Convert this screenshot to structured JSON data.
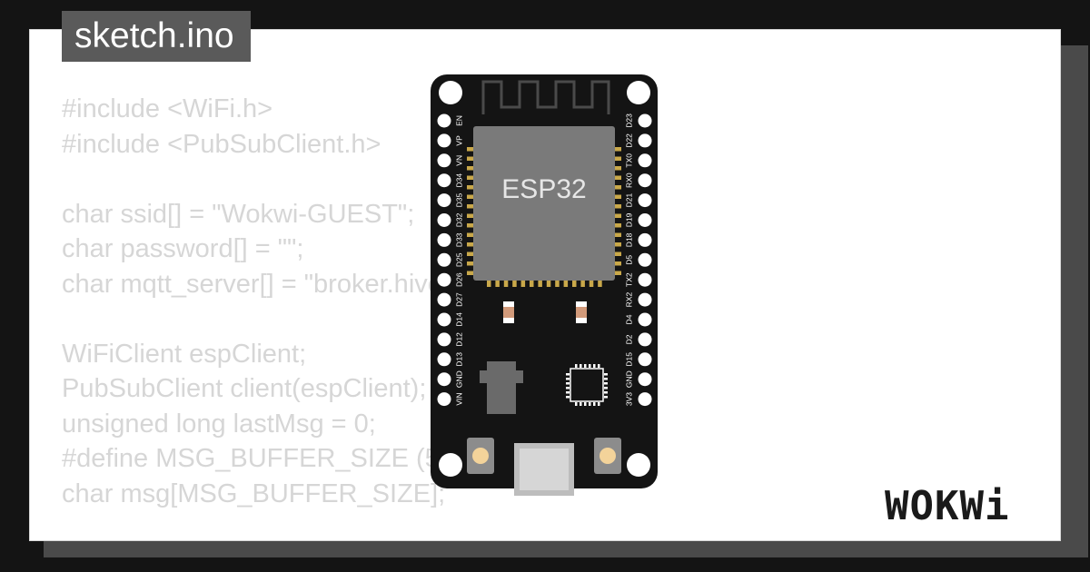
{
  "file_tab": {
    "label": "sketch.ino"
  },
  "code_lines": [
    "#include <WiFi.h>",
    "#include <PubSubClient.h>",
    "",
    "char ssid[] = \"Wokwi-GUEST\";",
    "char password[] = \"\";",
    "char mqtt_server[] = \"broker.hivemq.com\";",
    "",
    "WiFiClient espClient;",
    "PubSubClient client(espClient);",
    "unsigned long lastMsg = 0;",
    "#define MSG_BUFFER_SIZE (50)",
    "char msg[MSG_BUFFER_SIZE];"
  ],
  "board": {
    "chip_label": "ESP32",
    "left_pins": [
      "EN",
      "VP",
      "VN",
      "D34",
      "D35",
      "D32",
      "D33",
      "D25",
      "D26",
      "D27",
      "D14",
      "D12",
      "D13",
      "GND",
      "VIN"
    ],
    "right_pins": [
      "D23",
      "D22",
      "TX0",
      "RX0",
      "D21",
      "D19",
      "D18",
      "D5",
      "TX2",
      "RX2",
      "D4",
      "D2",
      "D15",
      "GND",
      "3V3"
    ]
  },
  "brand": {
    "name": "WOKWi"
  },
  "colors": {
    "background": "#141414",
    "card": "#ffffff",
    "card_shadow": "#4a4a4a",
    "tab": "#5a5a5a",
    "code_text": "#d6d6d6",
    "board": "#141414",
    "chip": "#7a7a7a",
    "pad_gold": "#c9a84a"
  }
}
